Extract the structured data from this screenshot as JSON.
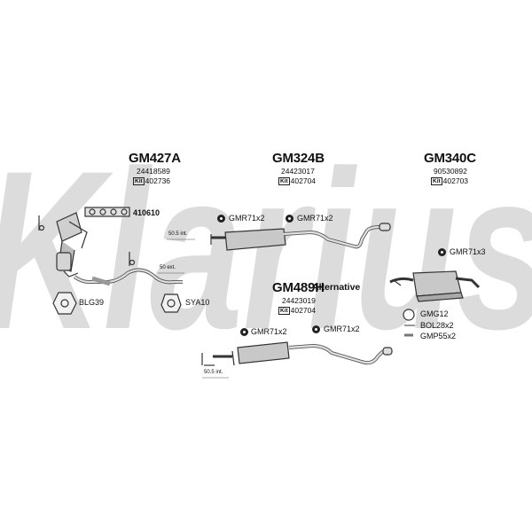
{
  "watermark": "Klarius",
  "groups": [
    {
      "code": "GM427A",
      "oe_number": "24418589",
      "kit_label": "Kit",
      "kit_number": "402736"
    },
    {
      "code": "GM324B",
      "oe_number": "24423017",
      "kit_label": "Kit",
      "kit_number": "402704"
    },
    {
      "code": "GM340C",
      "oe_number": "90530892",
      "kit_label": "Kit",
      "kit_number": "402703"
    },
    {
      "code": "GM489H",
      "oe_number": "24423019",
      "kit_label": "Kit",
      "kit_number": "402704"
    }
  ],
  "alternative_label": "Alternative",
  "parts": {
    "gasket_410610": "410610",
    "blg39": "BLG39",
    "sya10": "SYA10",
    "gmr_front_a": "GMR71x2",
    "gmr_front_b": "GMR71x2",
    "gmr_alt_a": "GMR71x2",
    "gmr_alt_b": "GMR71x2",
    "gmr_rear": "GMR71x3",
    "gmg12": "GMG12",
    "bol": "BOL28x2",
    "gmp": "GMP55x2"
  },
  "dimensions": {
    "int_front": "50.5 int.",
    "ext_front": "50 ext.",
    "int_alt": "50.5 int."
  },
  "colors": {
    "watermark": "#dcdcdc",
    "line": "#333333",
    "part_fill": "#c8c8c8"
  }
}
